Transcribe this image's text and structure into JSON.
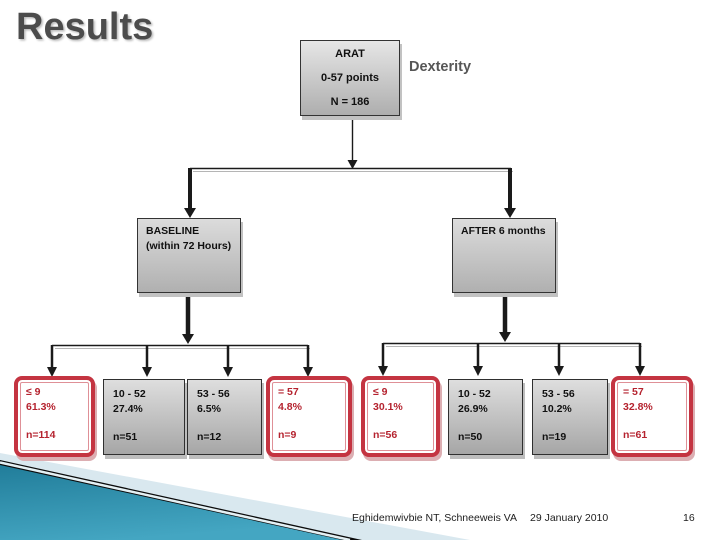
{
  "slide": {
    "title": "Results",
    "page_number": "16",
    "footer": {
      "authors": "Eghidemwivbie NT, Schneeweis VA",
      "date": "29 January 2010"
    }
  },
  "diagram": {
    "root": {
      "line1": "ARAT",
      "line2": "0-57 points",
      "line3": "N = 186"
    },
    "side_label": "Dexterity",
    "groups": [
      {
        "label": "BASELINE (within 72 Hours)",
        "children": [
          {
            "range": "≤ 9",
            "percent": "61.3%",
            "n": "n=114",
            "highlight": true
          },
          {
            "range": "10 - 52",
            "percent": "27.4%",
            "n": "n=51",
            "highlight": false
          },
          {
            "range": "53 - 56",
            "percent": "6.5%",
            "n": "n=12",
            "highlight": false
          },
          {
            "range": "= 57",
            "percent": "4.8%",
            "n": "n=9",
            "highlight": true
          }
        ]
      },
      {
        "label": "AFTER 6 months",
        "children": [
          {
            "range": "≤ 9",
            "percent": "30.1%",
            "n": "n=56",
            "highlight": true
          },
          {
            "range": "10 - 52",
            "percent": "26.9%",
            "n": "n=50",
            "highlight": false
          },
          {
            "range": "53 - 56",
            "percent": "10.2%",
            "n": "n=19",
            "highlight": false
          },
          {
            "range": "= 57",
            "percent": "32.8%",
            "n": "n=61",
            "highlight": true
          }
        ]
      }
    ]
  },
  "colors": {
    "highlight_border": "#c43441",
    "highlight_text": "#b5232f",
    "gray_box_top": "#dedede",
    "gray_box_bottom": "#a6a6a6",
    "connector": "#1a1a1a",
    "decor_teal_dark": "#217d9a",
    "decor_teal_light": "#44a6c2",
    "decor_pale_blue": "#d9e8ef",
    "decor_black": "#0b0b0b",
    "title_gray": "#4c4c4c"
  }
}
